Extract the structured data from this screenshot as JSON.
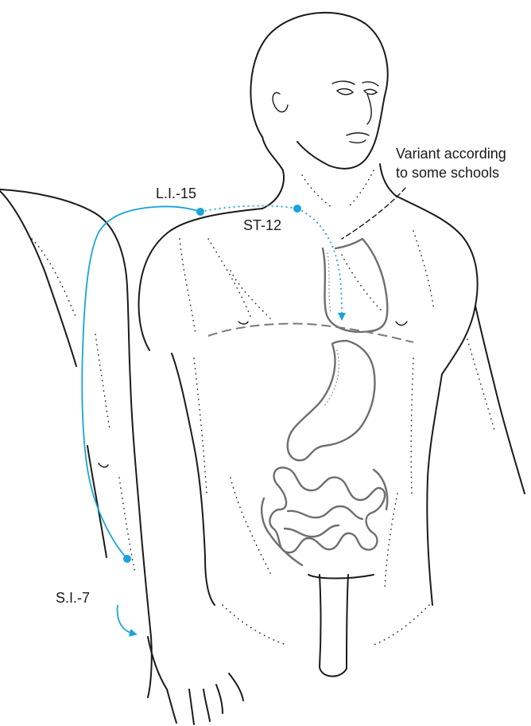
{
  "labels": {
    "li15": "L.I.-15",
    "st12": "ST-12",
    "si7": "S.I.-7",
    "variant_line1": "Variant according",
    "variant_line2": "to some schools"
  },
  "colors": {
    "channel": "#1aa3dd",
    "ink": "#1a1a1a",
    "organ": "#6e6e6e"
  },
  "icons": {
    "acupoint": "filled-circle",
    "channel_arrow": "arrowhead"
  }
}
